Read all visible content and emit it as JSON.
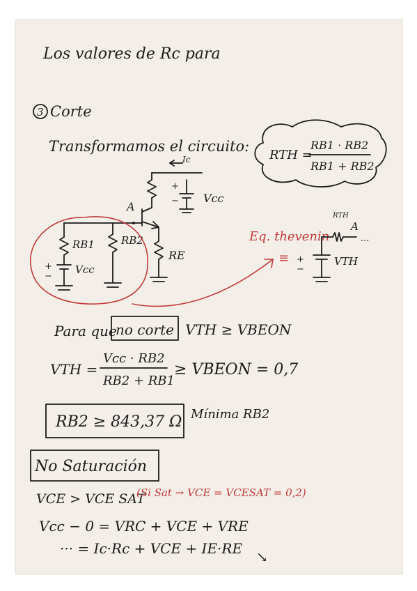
{
  "colors": {
    "paper": "#f3efe8",
    "ink": "#1c1c1c",
    "red_ink": "#c23a3a",
    "background": "#ffffff"
  },
  "lines": {
    "title": "Los valores de Rc para",
    "section_number": "3",
    "section": "Corte",
    "transform": "Transformamos el circuito:",
    "thevenin_formula": {
      "lhs": "RTH =",
      "num": "RB1 · RB2",
      "den": "RB1 + RB2"
    },
    "circuit_labels": {
      "ic": "Ic",
      "vcc_top": "Vcc",
      "node_a": "A",
      "rb1": "RB1",
      "rb2": "RB2",
      "re": "RE",
      "vcc_left": "Vcc",
      "plus": "+",
      "minus": "−"
    },
    "eq_thevenin": "Eq. thevenin",
    "thev_labels": {
      "rth": "RTH",
      "a": "A",
      "equiv": "≡",
      "vth": "VTH",
      "dots": "..."
    },
    "para_que_pre": "Para que",
    "para_que_box": "no corte",
    "para_que_post": "VTH ≥ VBEON",
    "vth_formula": {
      "lhs": "VTH =",
      "num": "Vcc · RB2",
      "den": "RB2 + RB1",
      "rhs": "≥ VBEON = 0,7"
    },
    "result_box": "RB2 ≥ 843,37 Ω",
    "result_note": "Mínima RB2",
    "no_sat_box": "No Saturación",
    "vce_line": "VCE > VCE SAT",
    "si_sat": "(Si Sat → VCE = VCESAT = 0,2)",
    "eq1": "Vcc − 0 = VRC + VCE + VRE",
    "eq2": "··· = Ic·Rc + VCE + IE·RE",
    "arrow": "↘"
  }
}
